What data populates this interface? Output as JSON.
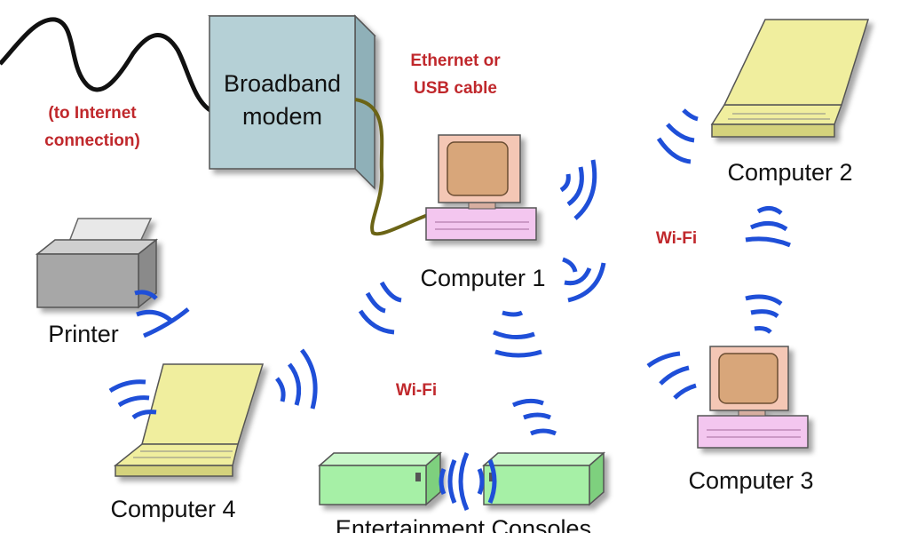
{
  "modem": {
    "label_line1": "Broadband",
    "label_line2": "modem"
  },
  "cable_label": {
    "line1": "Ethernet or",
    "line2": "USB cable"
  },
  "internet_label": {
    "line1": "(to Internet",
    "line2": "connection)"
  },
  "devices": {
    "computer1": "Computer 1",
    "computer2": "Computer 2",
    "computer3": "Computer 3",
    "computer4": "Computer 4",
    "printer": "Printer",
    "consoles": "Entertainment Consoles"
  },
  "wifi_labels": [
    "Wi-Fi",
    "Wi-Fi"
  ],
  "colors": {
    "wifi_wave": "#1f4fd8",
    "red_text": "#c0282c",
    "modem_box": "#b5d0d6",
    "laptop": "#f0ee9e",
    "console": "#a6f0a6",
    "monitor_case": "#f4c7b5",
    "base_pink": "#f3c6ef",
    "printer_body": "#a7a7a7",
    "cable_internet": "#111111",
    "cable_ethernet": "#6b6416"
  }
}
